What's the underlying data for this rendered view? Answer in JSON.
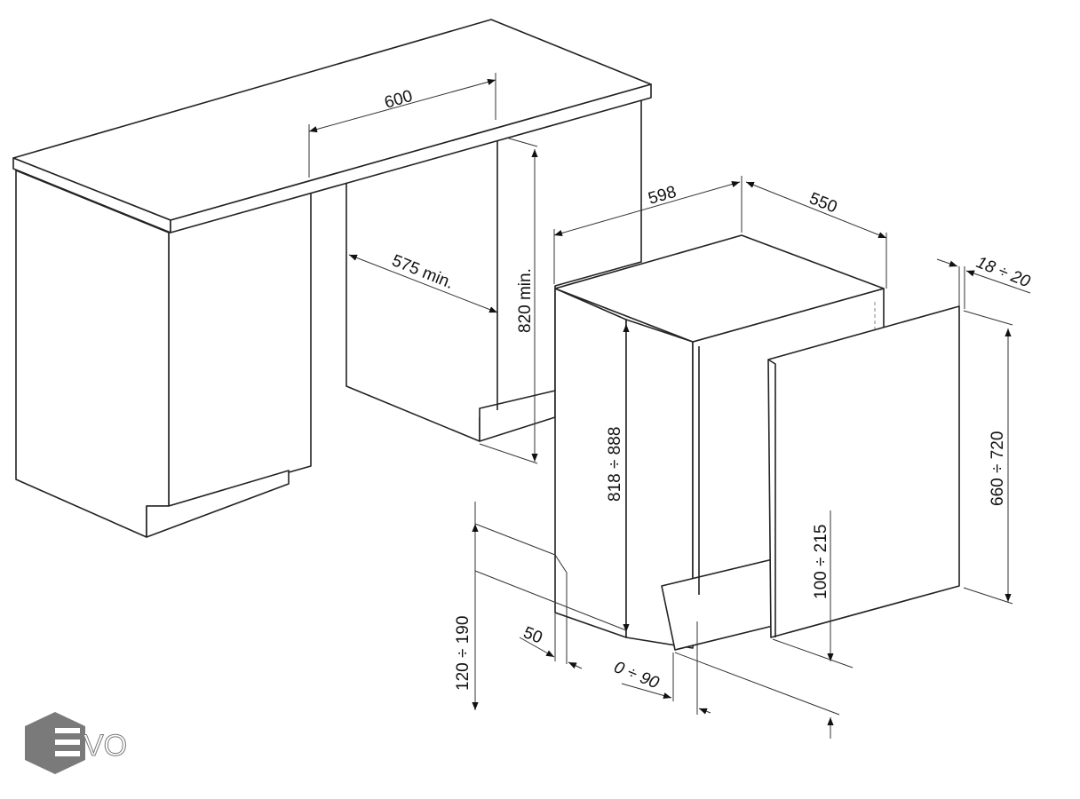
{
  "dimensions": {
    "worktop_opening_width": "600",
    "appliance_width": "598",
    "appliance_depth": "550",
    "door_panel_thickness": "18 ÷ 20",
    "niche_depth": "575 min.",
    "niche_height": "820 min.",
    "appliance_height": "818 ÷ 888",
    "door_panel_height": "660 ÷ 720",
    "door_bottom_offset": "100 ÷ 215",
    "plinth_height": "120 ÷ 190",
    "plinth_setback": "50",
    "plinth_offset": "0 ÷ 90"
  },
  "logo": {
    "text": "EVO",
    "color": "#7a7a7a"
  }
}
